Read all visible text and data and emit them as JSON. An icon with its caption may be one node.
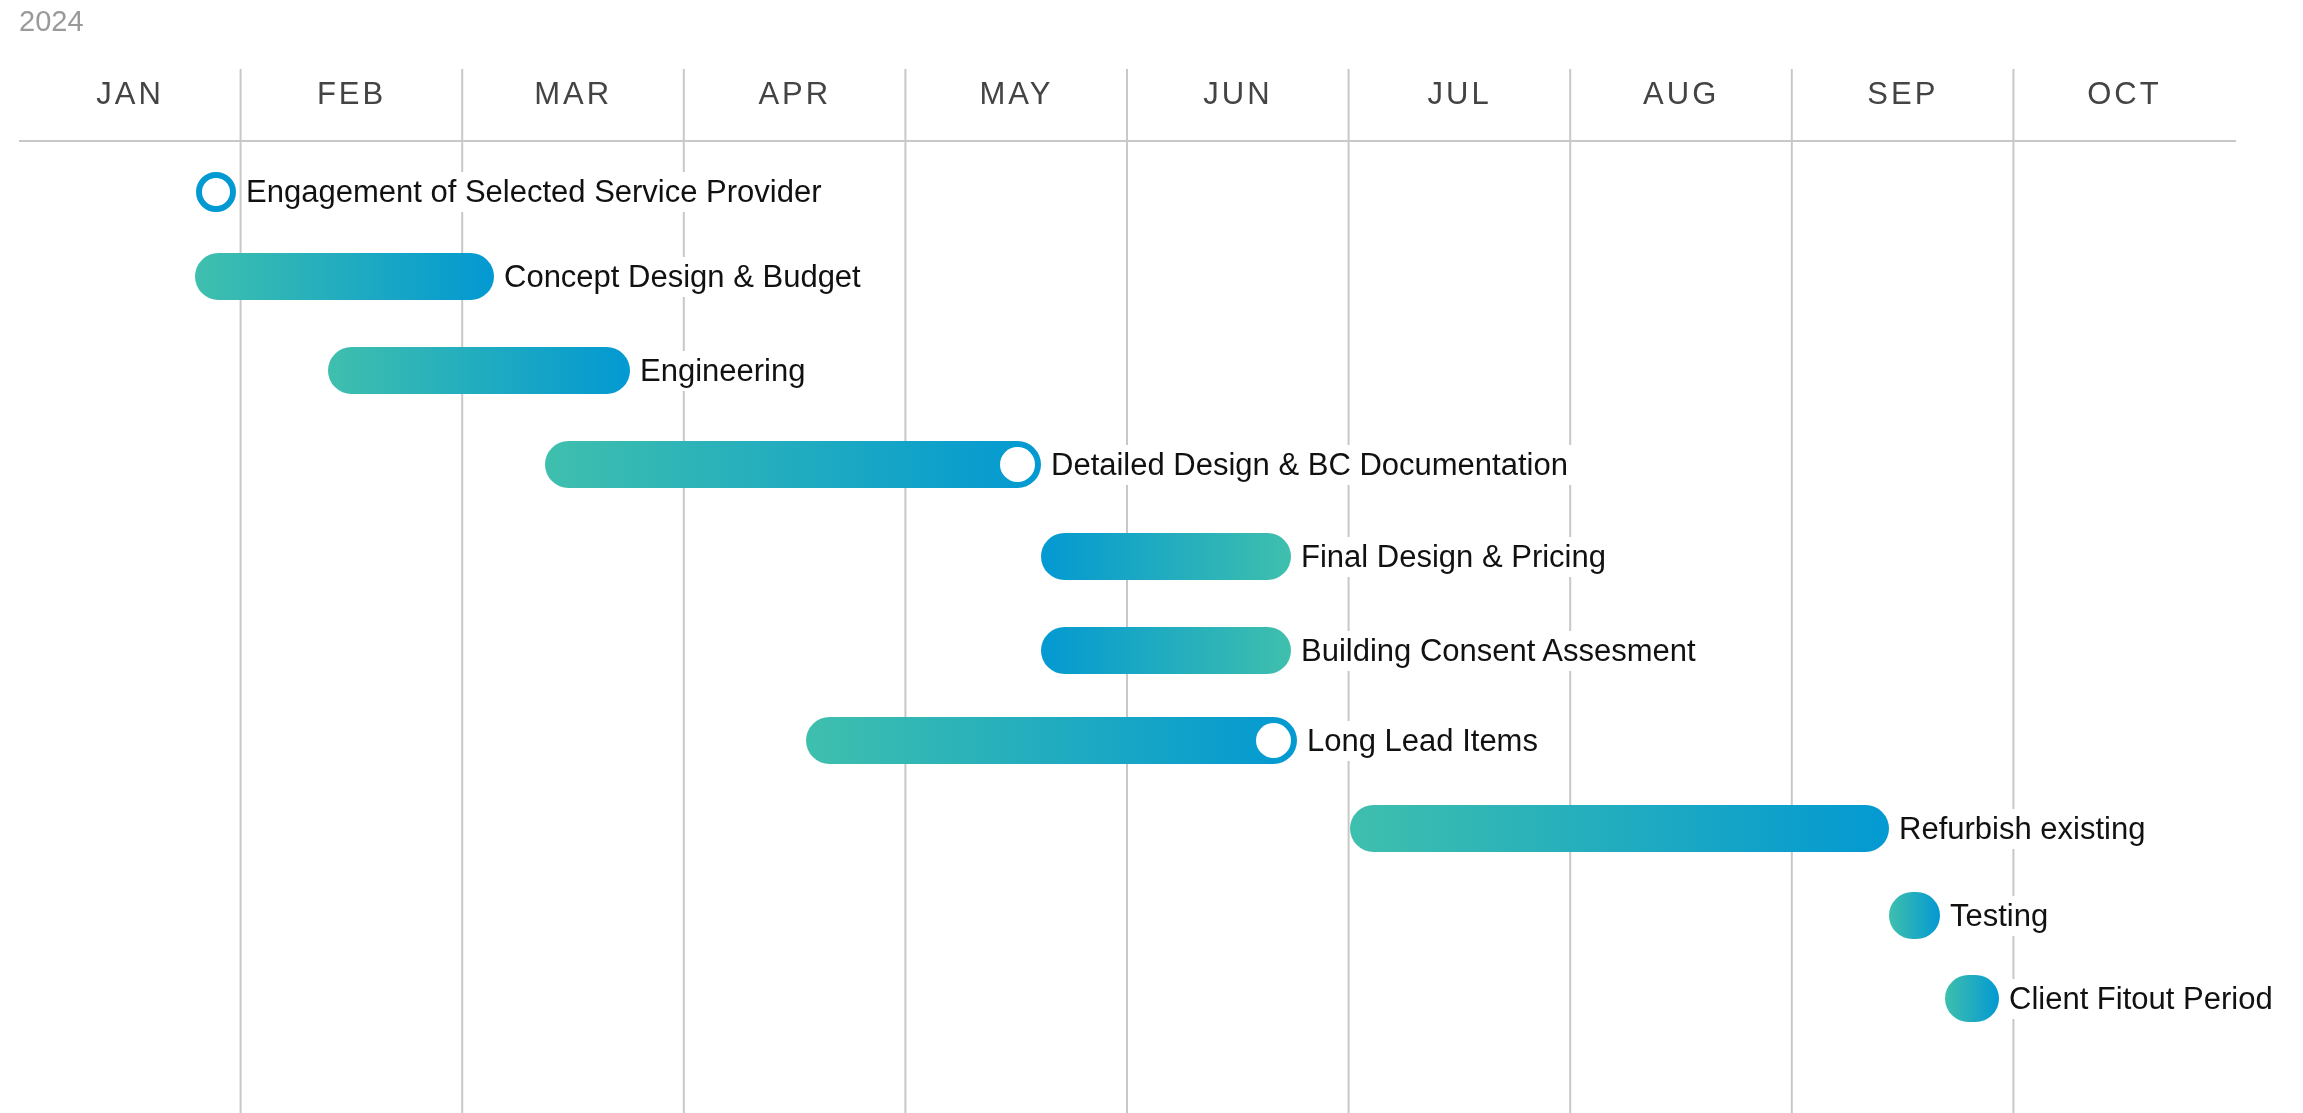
{
  "diagram": {
    "nodes": [
      {
        "text": [],
        "shape": "circle",
        "beside": [
          "Engagement of Selected Service Provider"
        ]
      },
      {
        "text": [],
        "shape": "bar",
        "beside": [
          "Concept Design & Budget"
        ]
      },
      {
        "text": [],
        "shape": "bar",
        "beside": [
          "Engineering"
        ]
      },
      {
        "text": [],
        "shape": "bar",
        "beside": [
          "Detailed Design & BC Documentation"
        ]
      },
      {
        "text": [],
        "shape": "bar",
        "beside": [
          "Final Design & Pricing"
        ]
      },
      {
        "text": [],
        "shape": "bar",
        "beside": [
          "Building Consent Assesment"
        ]
      },
      {
        "text": [],
        "shape": "bar",
        "beside": [
          "Long Lead Items"
        ]
      },
      {
        "text": [],
        "shape": "bar",
        "beside": [
          "Refurbish existing"
        ]
      },
      {
        "text": [],
        "shape": "bar",
        "beside": [
          "Testing"
        ]
      },
      {
        "text": [],
        "shape": "bar",
        "beside": [
          "Client Fitout Period"
        ]
      }
    ],
    "labels": [
      "2024",
      "JAN",
      "FEB",
      "MAR",
      "APR",
      "MAY",
      "JUN",
      "JUL",
      "AUG",
      "SEP",
      "OCT"
    ]
  }
}
